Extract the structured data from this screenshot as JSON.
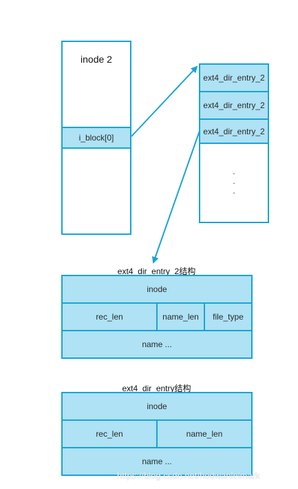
{
  "inode_box": {
    "title": "inode 2",
    "block_label": "i_block[0]"
  },
  "dir_block": {
    "entries": [
      "ext4_dir_entry_2",
      "ext4_dir_entry_2",
      "ext4_dir_entry_2"
    ],
    "ellipsis": ".\n.\n."
  },
  "struct_v2": {
    "title": "ext4_dir_entry_2结构",
    "row1": "inode",
    "rec_len": "rec_len",
    "name_len": "name_len",
    "file_type": "file_type",
    "name": "name ..."
  },
  "struct_v1": {
    "title": "ext4_dir_entry结构",
    "row1": "inode",
    "rec_len": "rec_len",
    "name_len": "name_len",
    "name": "name ..."
  },
  "watermark": "https://blog.csdn.net/hodwanleimark",
  "colors": {
    "border": "#1aa3d6",
    "fill": "#aee2f4",
    "arrow": "#1aa3d6"
  }
}
